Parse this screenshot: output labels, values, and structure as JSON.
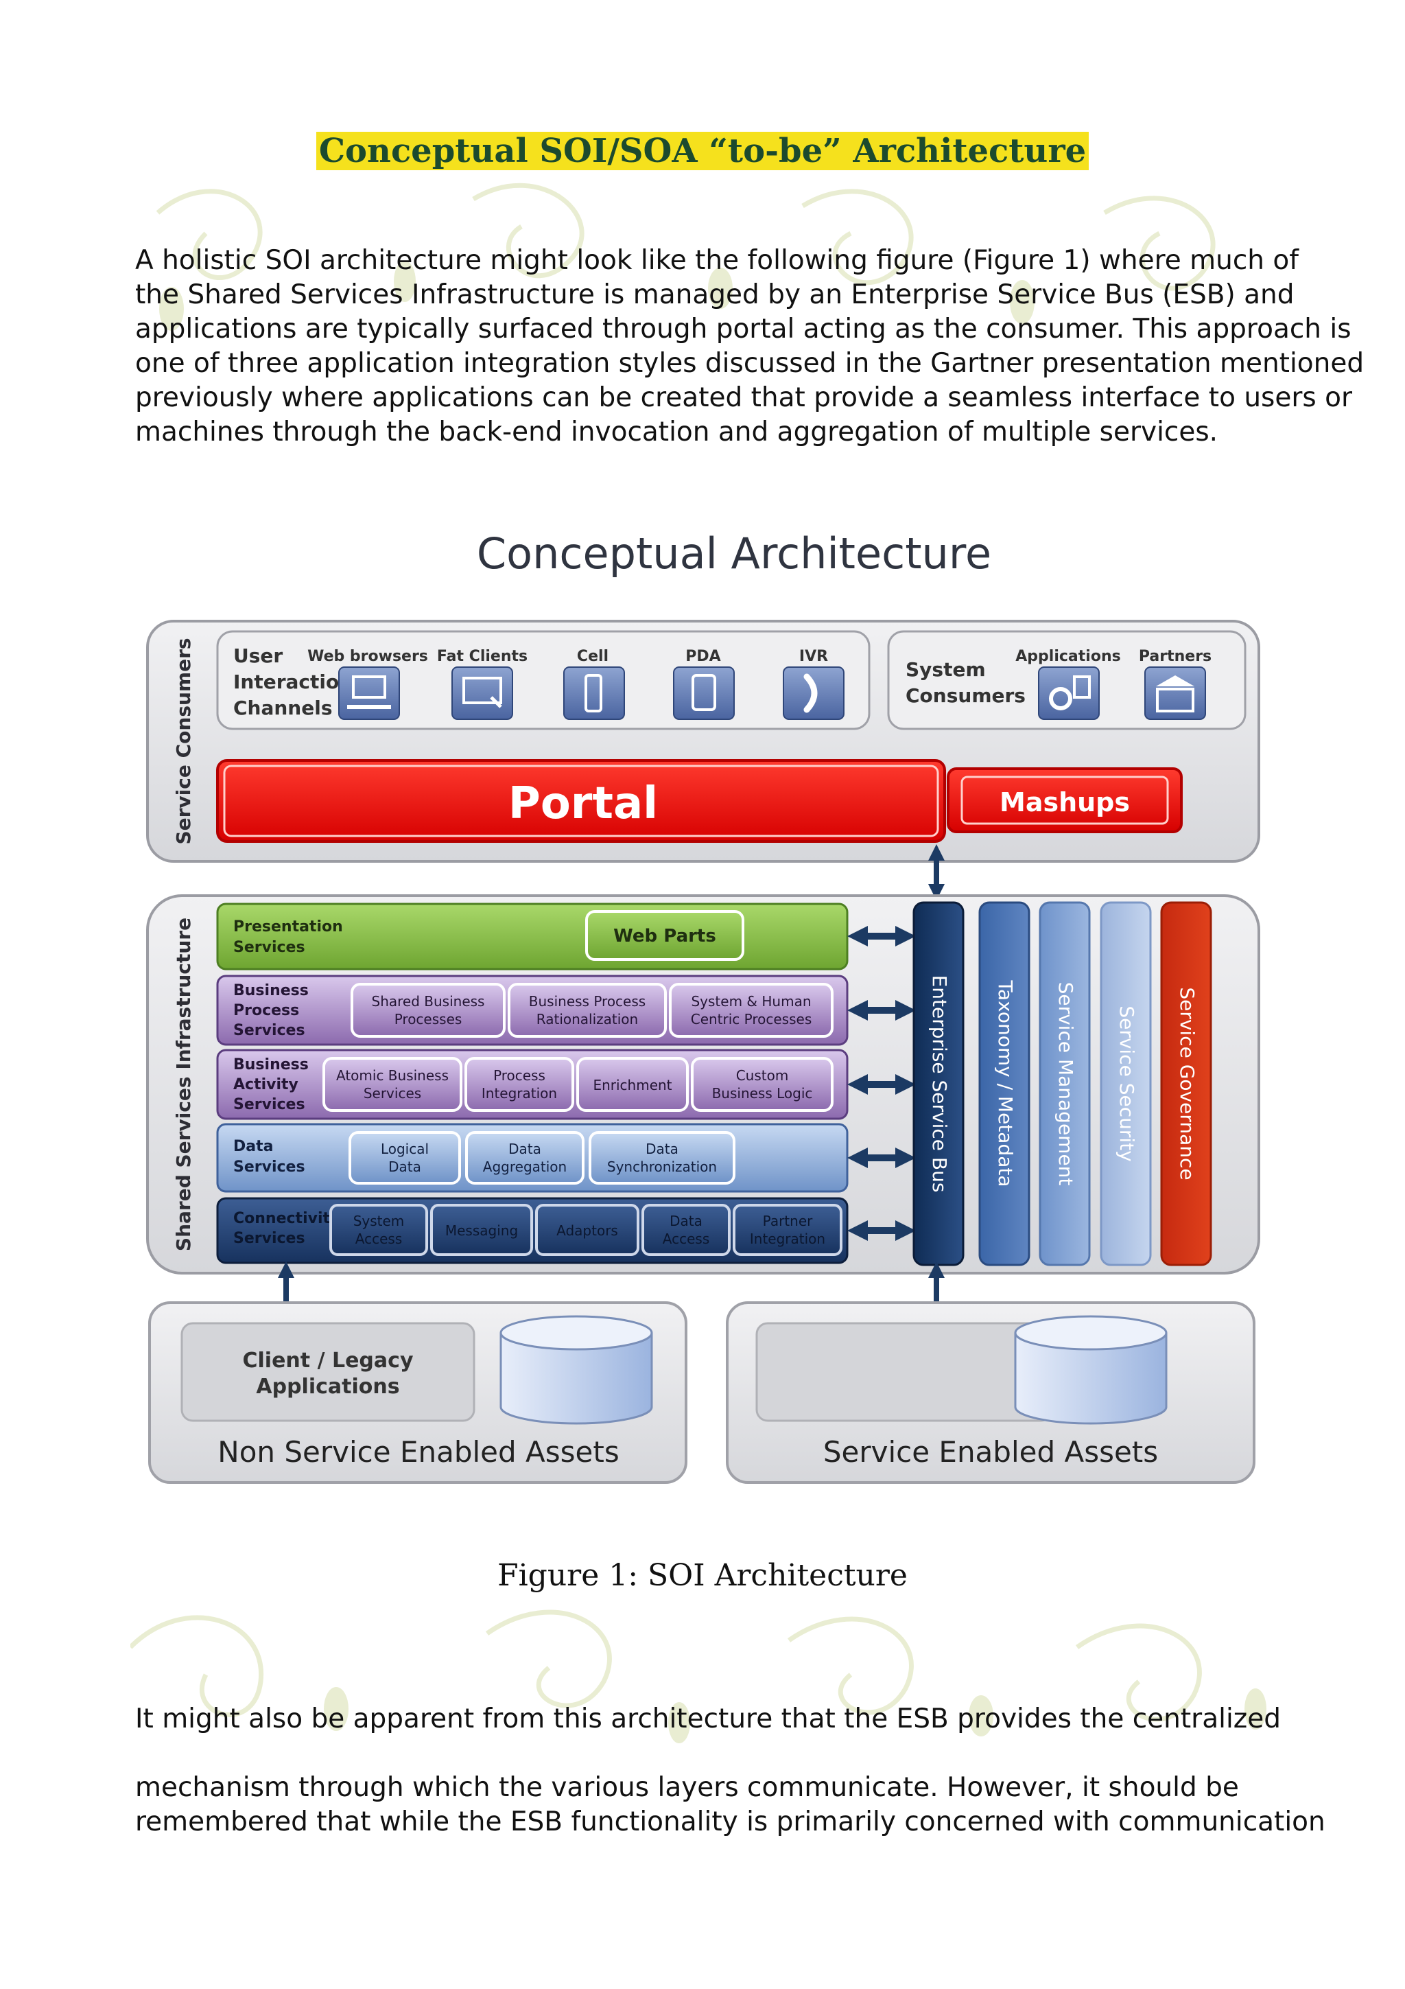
{
  "title": "Conceptual SOI/SOA “to-be” Architecture",
  "intro_lines": [
    "A holistic SOI architecture might look like the following figure (Figure 1) where much of",
    "the Shared Services Infrastructure is managed by an Enterprise Service Bus (ESB) and",
    "applications are typically surfaced through portal acting as the consumer. This approach is",
    "one of three application integration styles discussed in the Gartner presentation mentioned",
    "previously where applications can be created that provide a seamless interface to users or",
    "machines through the back-end invocation and aggregation of multiple services."
  ],
  "figure": {
    "heading": "Conceptual Architecture",
    "consumers_label": "Service Consumers",
    "user_channels": {
      "title_lines": [
        "User",
        "Interaction",
        "Channels"
      ],
      "items": [
        "Web browsers",
        "Fat Clients",
        "Cell",
        "PDA",
        "IVR"
      ]
    },
    "system_consumers": {
      "title_lines": [
        "System",
        "Consumers"
      ],
      "items": [
        "Applications",
        "Partners"
      ]
    },
    "portal": "Portal",
    "mashups": "Mashups",
    "infra_label": "Shared Services Infrastructure",
    "layers": [
      {
        "name_lines": [
          "Presentation",
          "Services"
        ],
        "items": [
          [
            "Web Parts"
          ]
        ]
      },
      {
        "name_lines": [
          "Business",
          "Process",
          "Services"
        ],
        "items": [
          [
            "Shared Business",
            "Processes"
          ],
          [
            "Business Process",
            "Rationalization"
          ],
          [
            "System & Human",
            "Centric Processes"
          ]
        ]
      },
      {
        "name_lines": [
          "Business",
          "Activity",
          "Services"
        ],
        "items": [
          [
            "Atomic Business",
            "Services"
          ],
          [
            "Process",
            "Integration"
          ],
          [
            "Enrichment"
          ],
          [
            "Custom",
            "Business Logic"
          ]
        ]
      },
      {
        "name_lines": [
          "Data",
          "Services"
        ],
        "items": [
          [
            "Logical",
            "Data"
          ],
          [
            "Data",
            "Aggregation"
          ],
          [
            "Data",
            "Synchronization"
          ]
        ]
      },
      {
        "name_lines": [
          "Connectivity",
          "Services"
        ],
        "items": [
          [
            "System",
            "Access"
          ],
          [
            "Messaging"
          ],
          [
            "Adaptors"
          ],
          [
            "Data",
            "Access"
          ],
          [
            "Partner",
            "Integration"
          ]
        ]
      }
    ],
    "columns": [
      "Enterprise Service Bus",
      "Taxonomy / Metadata",
      "Service Management",
      "Service Security",
      "Service Governance"
    ],
    "non_service_assets": {
      "box_lines": [
        "Client / Legacy",
        "Applications"
      ],
      "label": "Non Service Enabled Assets"
    },
    "service_assets": {
      "label": "Service Enabled Assets"
    }
  },
  "caption": "Figure 1: SOI Architecture",
  "outro_lines": [
    "It might also be apparent from this architecture that the ESB provides the centralized",
    "mechanism through which the various layers communicate. However, it should be",
    "remembered that while the ESB functionality is primarily concerned with communication"
  ]
}
